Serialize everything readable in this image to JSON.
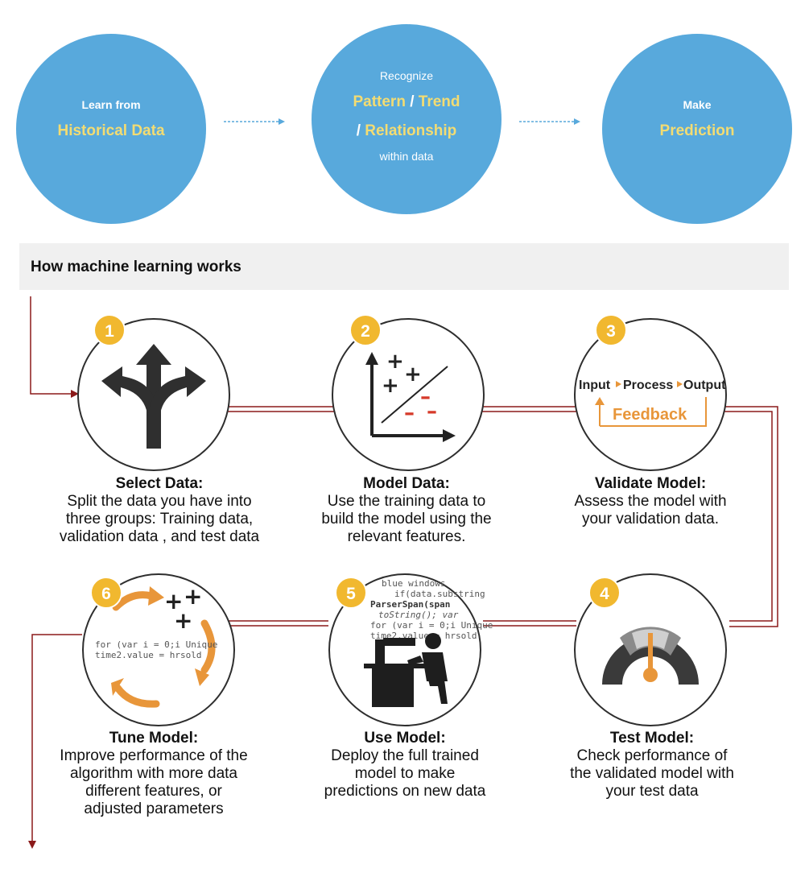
{
  "top_flow": [
    {
      "pre": "Learn from",
      "main": "Historical Data"
    },
    {
      "pre": "Recognize",
      "line1_a": "Pattern",
      "line1_sep": "/",
      "line1_b": "Trend",
      "line2_sep": "/",
      "line2_a": "Relationship",
      "post": "within data"
    },
    {
      "pre": "Make",
      "main": "Prediction"
    }
  ],
  "banner": {
    "title": "How machine learning works"
  },
  "steps": [
    {
      "num": "1",
      "title": "Select Data:",
      "desc": [
        "Split the data you have into",
        "three groups: Training data,",
        "validation data , and test data"
      ]
    },
    {
      "num": "2",
      "title": "Model Data:",
      "desc": [
        "Use the training data to",
        "build the model using the",
        "relevant features."
      ]
    },
    {
      "num": "3",
      "title": "Validate Model:",
      "desc": [
        "Assess the model with",
        "your validation data."
      ]
    },
    {
      "num": "4",
      "title": "Test Model:",
      "desc": [
        "Check performance of",
        "the validated model with",
        "your test data"
      ]
    },
    {
      "num": "5",
      "title": "Use Model:",
      "desc": [
        "Deploy the full trained",
        "model to make",
        "predictions on new data"
      ]
    },
    {
      "num": "6",
      "title": "Tune Model:",
      "desc": [
        "Improve performance of the",
        "algorithm with more data",
        "different features, or",
        "adjusted parameters"
      ]
    }
  ],
  "icons": {
    "scatter_plus": [
      "+",
      "+",
      "+"
    ],
    "scatter_minus": [
      "–",
      "–",
      "–"
    ],
    "validate": {
      "input": "Input",
      "process": "Process",
      "output": "Output",
      "feedback": "Feedback"
    },
    "use_code": [
      "blue windows",
      "if(data.substring",
      "ParserSpan(span",
      "toString(); var",
      "for (var i = 0;i Unique",
      "time2.value = hrsold"
    ],
    "tune_code": [
      "for (var i = 0;i Unique",
      "time2.value = hrsold"
    ],
    "tune_plus": [
      "+",
      "+",
      "+"
    ]
  },
  "colors": {
    "circle_blue": "#58a9dc",
    "highlight_yellow": "#f3dc72",
    "badge_gold": "#f1b82f",
    "flow_red": "#8b1a1a",
    "orange": "#e8963a"
  }
}
